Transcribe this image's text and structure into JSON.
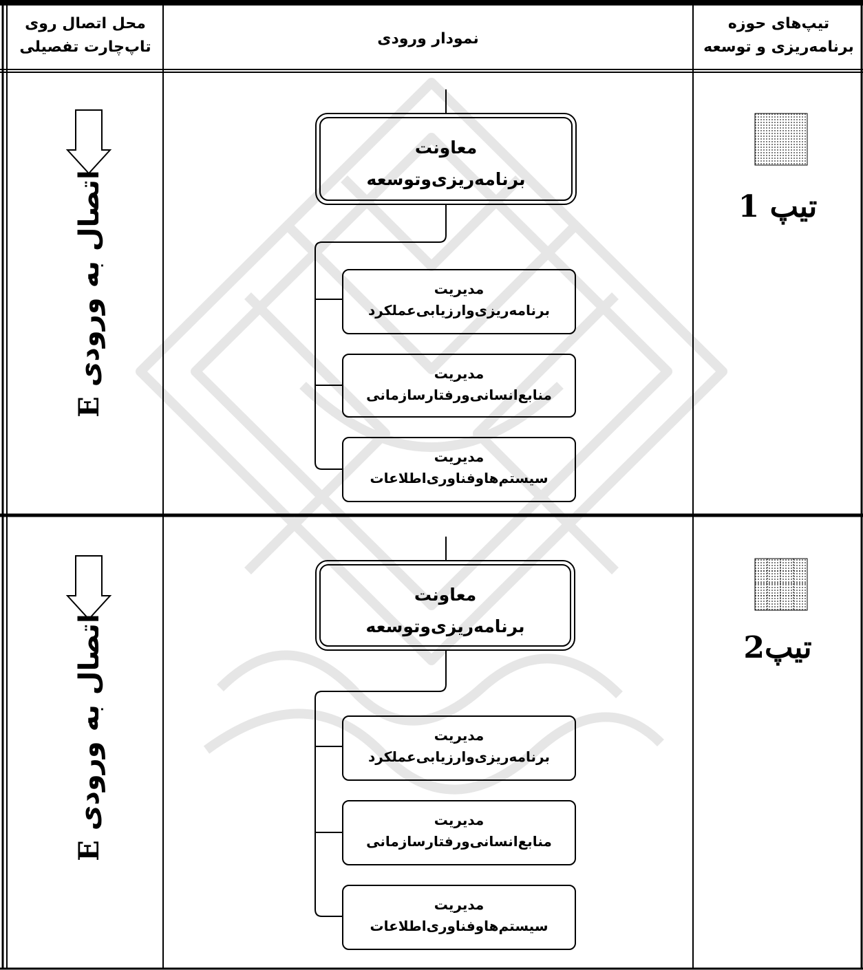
{
  "header": {
    "col_right": [
      "تیپ‌های حوزه",
      "برنامه‌ریزی و توسعه"
    ],
    "col_middle": "نمودار ورودی",
    "col_left": [
      "محل اتصال روی",
      "تاپ‌چارت تفصیلی"
    ]
  },
  "rows": [
    {
      "type_label": "تیپ 1",
      "swatch_pattern": "dots",
      "parent": [
        "معاونت",
        "برنامه‌ریزی‌وتوسعه"
      ],
      "children": [
        [
          "مدیریت",
          "برنامه‌ریزی‌وارزیابی‌عملکرد"
        ],
        [
          "مدیریت",
          "منابع‌انسانی‌ورفتارسازمانی"
        ],
        [
          "مدیریت",
          "سیستم‌هاوفناوری‌اطلاعات"
        ]
      ],
      "connection_text": "اتصال به ورودی",
      "connection_letter": "E"
    },
    {
      "type_label": "تیپ2",
      "swatch_pattern": "dots-grid",
      "parent": [
        "معاونت",
        "برنامه‌ریزی‌وتوسعه"
      ],
      "children": [
        [
          "مدیریت",
          "برنامه‌ریزی‌وارزیابی‌عملکرد"
        ],
        [
          "مدیریت",
          "منابع‌انسانی‌ورفتارسازمانی"
        ],
        [
          "مدیریت",
          "سیستم‌هاوفناوری‌اطلاعات"
        ]
      ],
      "connection_text": "اتصال به ورودی",
      "connection_letter": "E"
    }
  ],
  "colors": {
    "line": "#000000",
    "watermark": "#e6e6e6",
    "swatch_fill": "#c8c8c8"
  }
}
